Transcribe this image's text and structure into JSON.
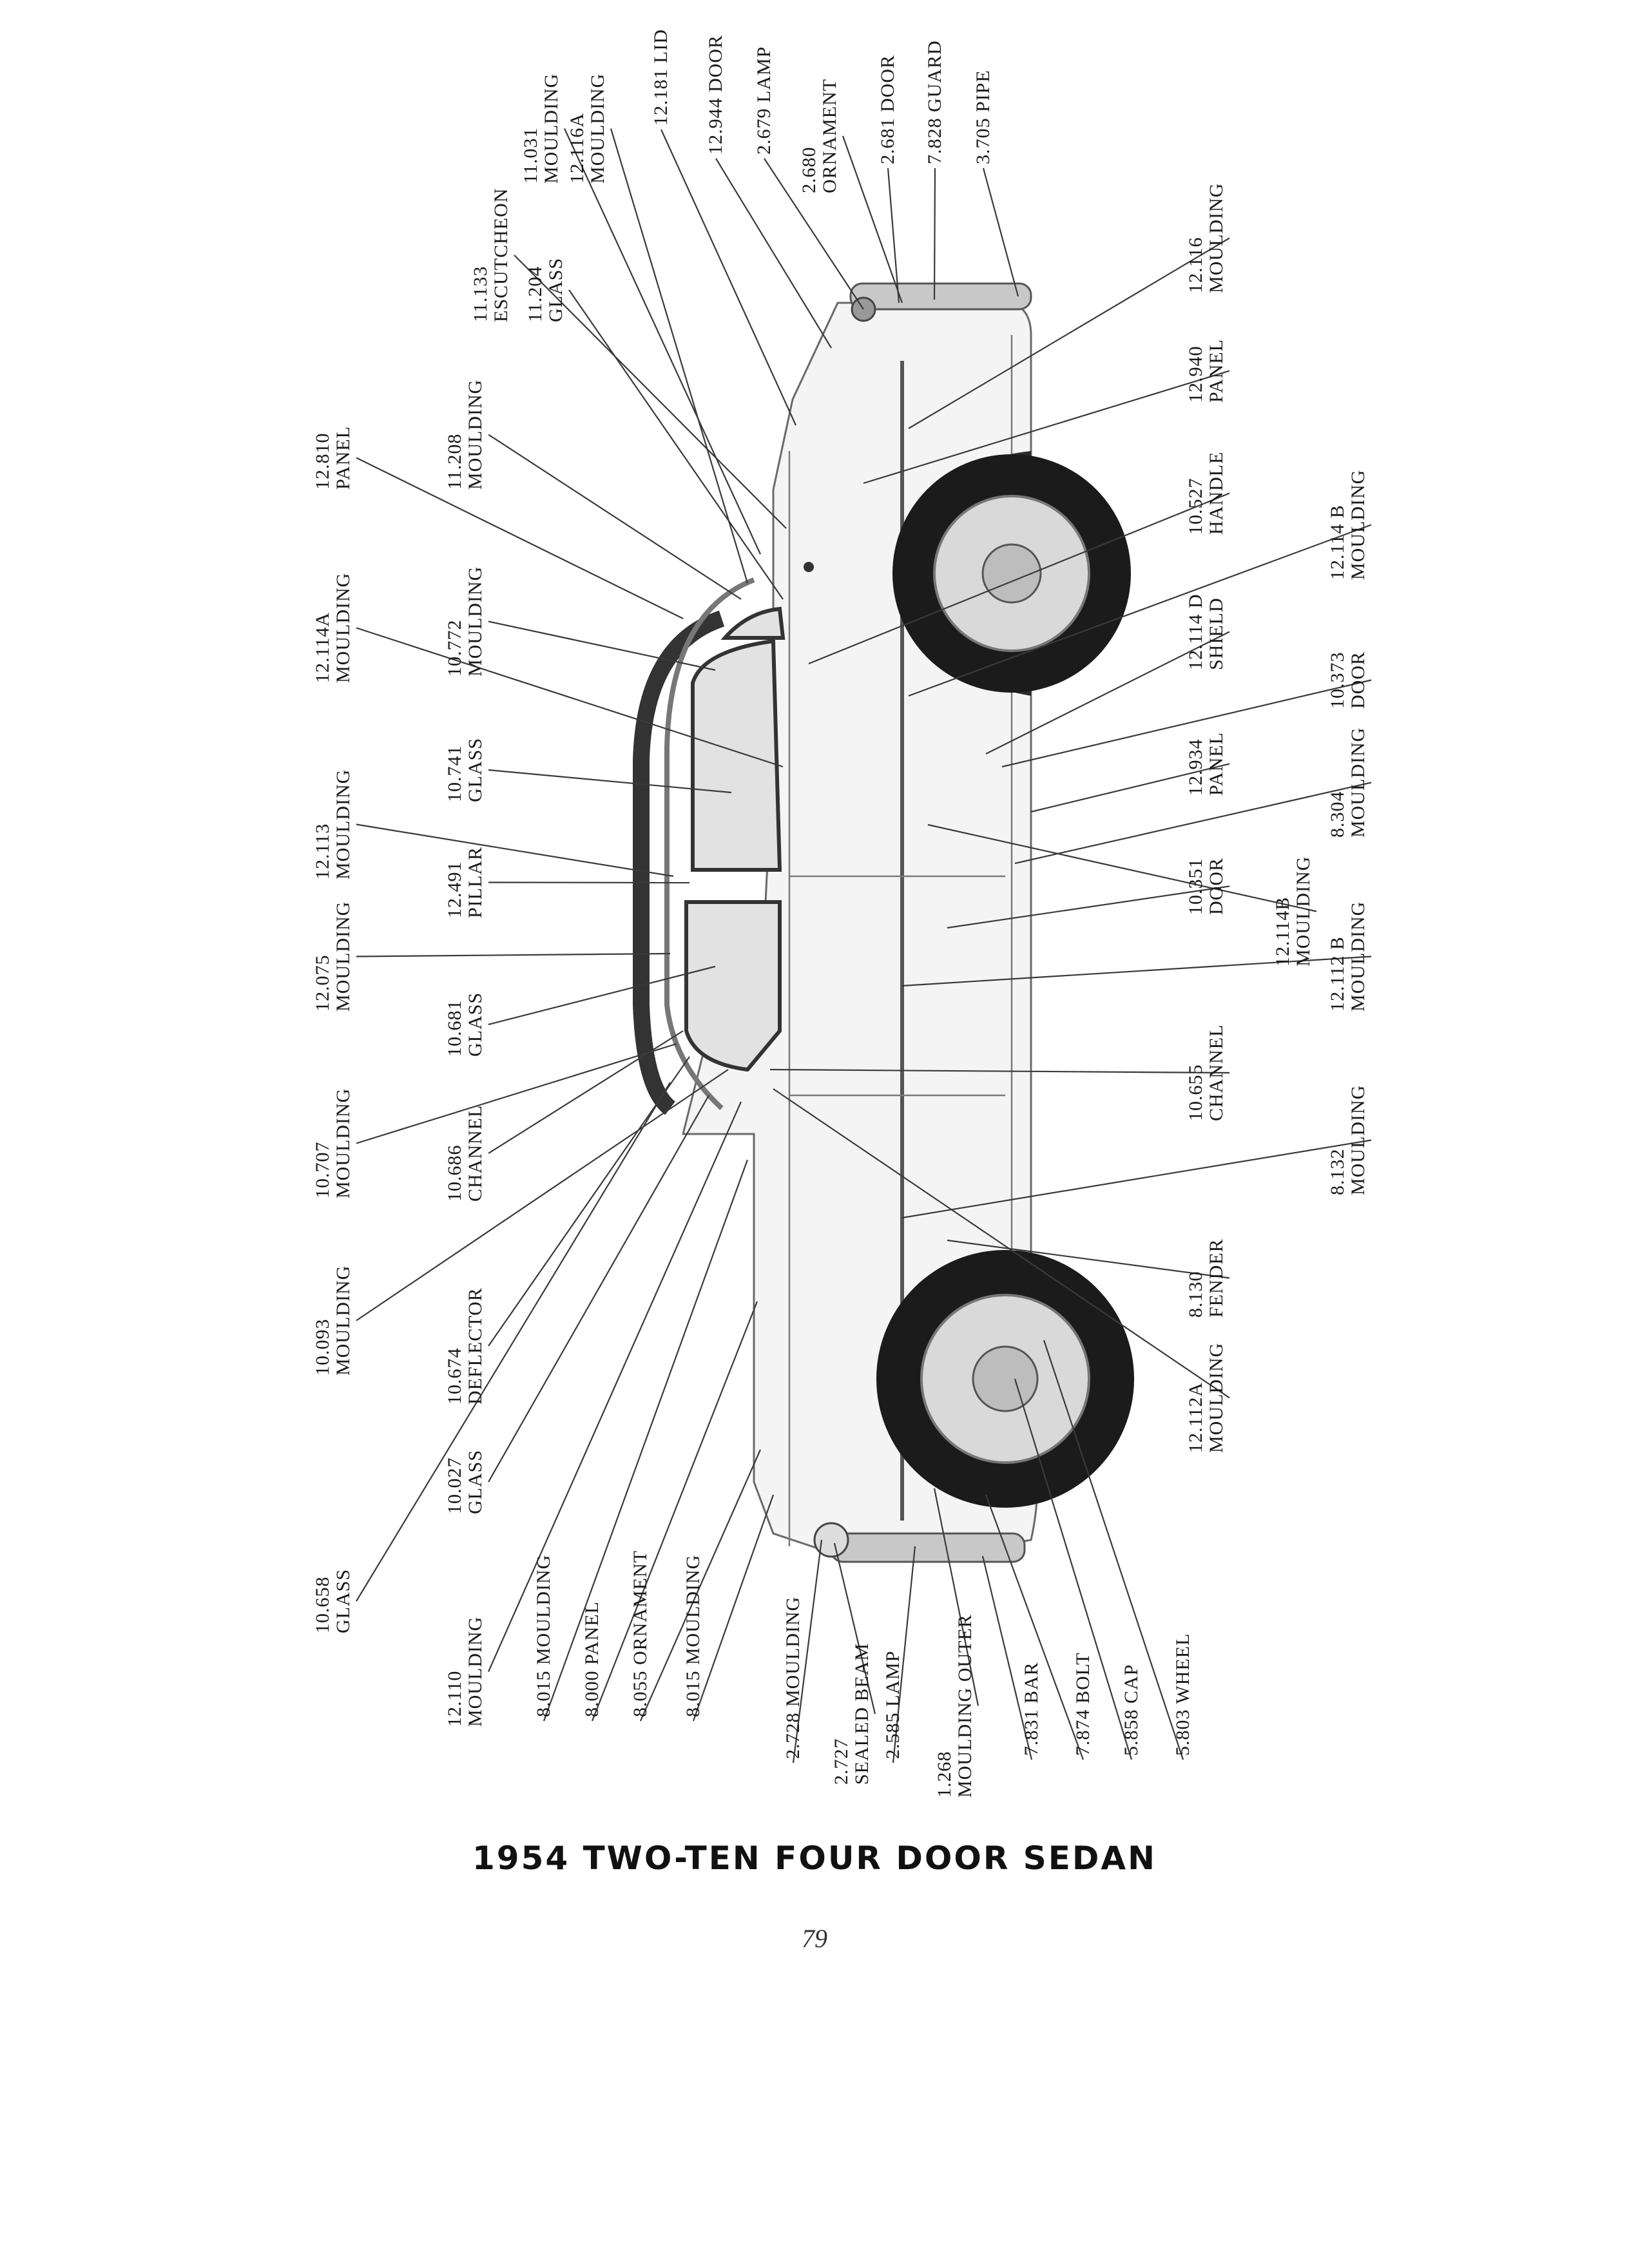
{
  "title": "1954 TWO-TEN FOUR DOOR SEDAN",
  "page_number": "79",
  "callouts": [
    {
      "id": "c1",
      "code": "11.031",
      "name": "MOULDING"
    },
    {
      "id": "c2",
      "code": "12.116A",
      "name": "MOULDING"
    },
    {
      "id": "c3",
      "code": "12.181",
      "name": "LID"
    },
    {
      "id": "c4",
      "code": "12.944",
      "name": "DOOR"
    },
    {
      "id": "c5",
      "code": "2.679",
      "name": "LAMP"
    },
    {
      "id": "c6",
      "code": "2.680",
      "name": "ORNAMENT"
    },
    {
      "id": "c7",
      "code": "2.681",
      "name": "DOOR"
    },
    {
      "id": "c8",
      "code": "7.828",
      "name": "GUARD"
    },
    {
      "id": "c9",
      "code": "3.705",
      "name": "PIPE"
    },
    {
      "id": "c10",
      "code": "11.133",
      "name": "ESCUTCHEON"
    },
    {
      "id": "c11",
      "code": "11.204",
      "name": "GLASS"
    },
    {
      "id": "c12",
      "code": "12.116",
      "name": "MOULDING"
    },
    {
      "id": "c13",
      "code": "12.810",
      "name": "PANEL"
    },
    {
      "id": "c14",
      "code": "11.208",
      "name": "MOULDING"
    },
    {
      "id": "c15",
      "code": "12.940",
      "name": "PANEL"
    },
    {
      "id": "c16",
      "code": "12.114A",
      "name": "MOULDING"
    },
    {
      "id": "c17",
      "code": "10.772",
      "name": "MOULDING"
    },
    {
      "id": "c18",
      "code": "10.527",
      "name": "HANDLE"
    },
    {
      "id": "c19",
      "code": "12.114 B",
      "name": "MOULDING"
    },
    {
      "id": "c20",
      "code": "12.113",
      "name": "MOULDING"
    },
    {
      "id": "c21",
      "code": "10.741",
      "name": "GLASS"
    },
    {
      "id": "c22",
      "code": "12.114 D",
      "name": "SHIELD"
    },
    {
      "id": "c23",
      "code": "10.373",
      "name": "DOOR"
    },
    {
      "id": "c24",
      "code": "12.491",
      "name": "PILLAR"
    },
    {
      "id": "c25",
      "code": "12.934",
      "name": "PANEL"
    },
    {
      "id": "c26",
      "code": "12.075",
      "name": "MOULDING"
    },
    {
      "id": "c27",
      "code": "10.681",
      "name": "GLASS"
    },
    {
      "id": "c28",
      "code": "10.351",
      "name": "DOOR"
    },
    {
      "id": "c29",
      "code": "12.114B",
      "name": "MOULDING"
    },
    {
      "id": "c30",
      "code": "8.304",
      "name": "MOULDING"
    },
    {
      "id": "c31",
      "code": "12.112 B",
      "name": "MOULDING"
    },
    {
      "id": "c32",
      "code": "10.707",
      "name": "MOULDING"
    },
    {
      "id": "c33",
      "code": "10.686",
      "name": "CHANNEL"
    },
    {
      "id": "c34",
      "code": "10.655",
      "name": "CHANNEL"
    },
    {
      "id": "c35",
      "code": "8.132",
      "name": "MOULDING"
    },
    {
      "id": "c36",
      "code": "10.093",
      "name": "MOULDING"
    },
    {
      "id": "c37",
      "code": "10.674",
      "name": "DEFLECTOR"
    },
    {
      "id": "c38",
      "code": "8.130",
      "name": "FENDER"
    },
    {
      "id": "c39",
      "code": "12.112A",
      "name": "MOULDING"
    },
    {
      "id": "c40",
      "code": "10.658",
      "name": "GLASS"
    },
    {
      "id": "c41",
      "code": "10.027",
      "name": "GLASS"
    },
    {
      "id": "c42",
      "code": "12.110",
      "name": "MOULDING"
    },
    {
      "id": "c43",
      "code": "8.015",
      "name": "MOULDING"
    },
    {
      "id": "c44",
      "code": "8.000",
      "name": "PANEL"
    },
    {
      "id": "c45",
      "code": "8.055",
      "name": "ORNAMENT"
    },
    {
      "id": "c46",
      "code": "8.015",
      "name": "MOULDING"
    },
    {
      "id": "c47",
      "code": "2.728",
      "name": "MOULDING"
    },
    {
      "id": "c48",
      "code": "2.727",
      "name": "SEALED BEAM"
    },
    {
      "id": "c49",
      "code": "2.585",
      "name": "LAMP"
    },
    {
      "id": "c50",
      "code": "1.268",
      "name": "MOULDING OUTER"
    },
    {
      "id": "c51",
      "code": "7.831",
      "name": "BAR"
    },
    {
      "id": "c52",
      "code": "7.874",
      "name": "BOLT"
    },
    {
      "id": "c53",
      "code": "5.858",
      "name": "CAP"
    },
    {
      "id": "c54",
      "code": "5.803",
      "name": "WHEEL"
    }
  ]
}
